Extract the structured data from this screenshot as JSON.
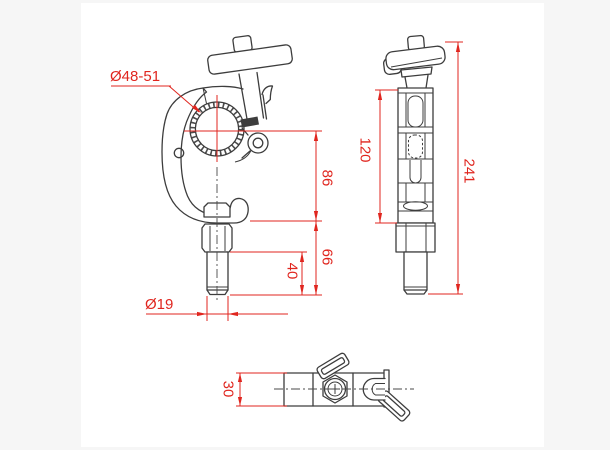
{
  "drawing": {
    "type": "technical-drawing",
    "subject": "half-coupler clamp with spigot",
    "colors": {
      "line": "#3d3d3d",
      "dimension": "#e0261f",
      "sheet": "#ffffff"
    },
    "labels": {
      "bore_diameter": "Ø48-51",
      "front_upper_height": "86",
      "front_lower_height": "66",
      "thread_length": "40",
      "spigot_diameter": "Ø19",
      "side_body_height": "120",
      "side_total_height": "241",
      "bottom_thickness": "30"
    }
  }
}
